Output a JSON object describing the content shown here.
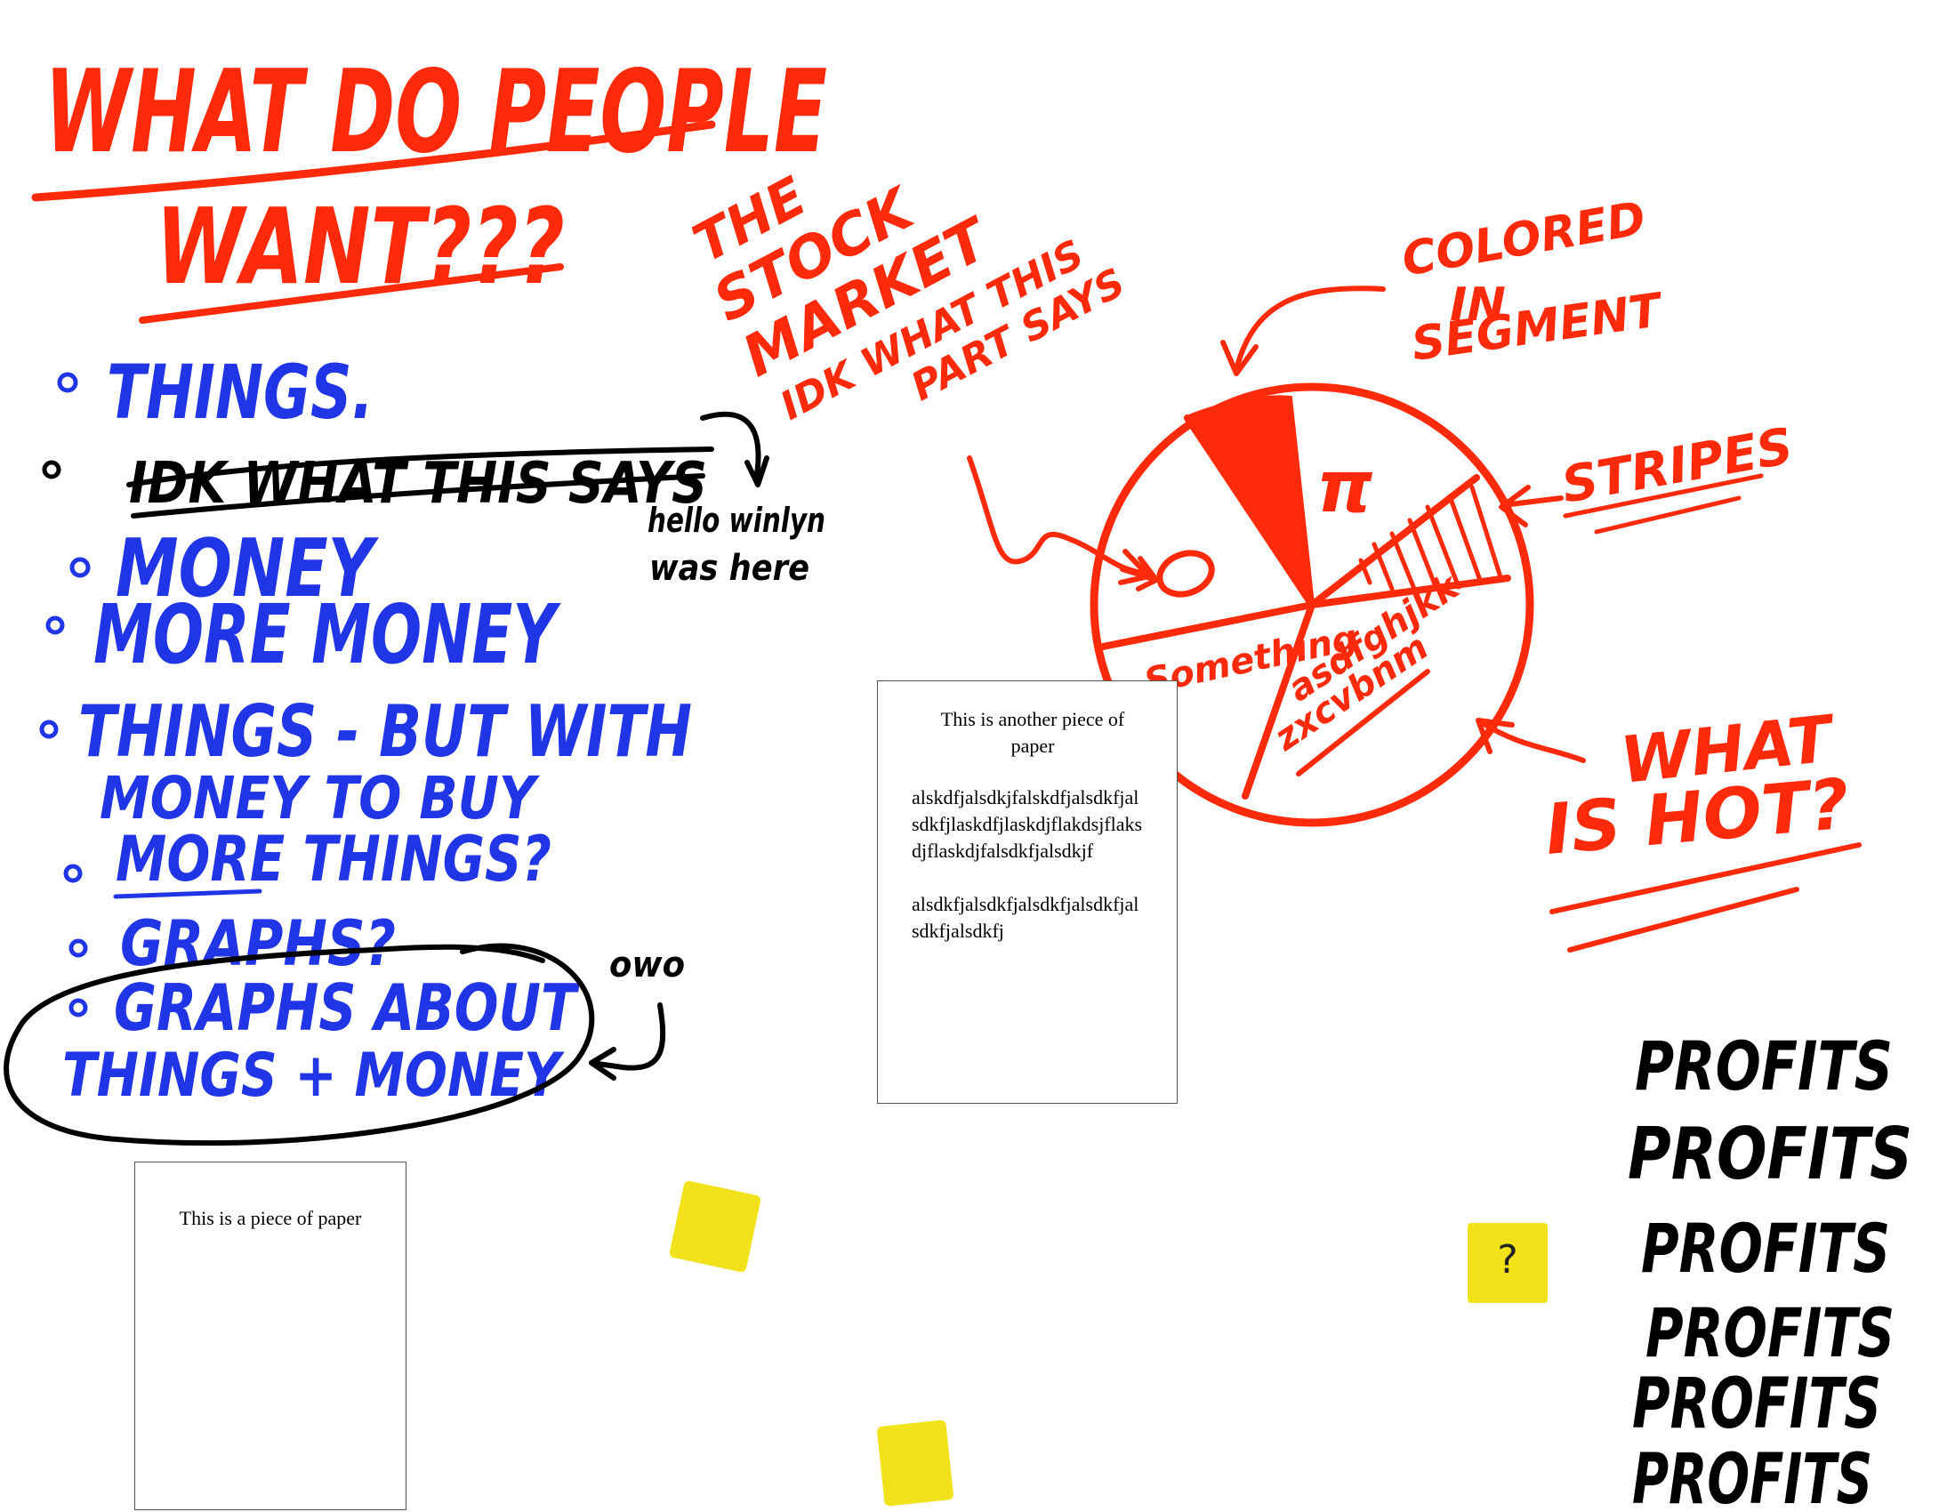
{
  "heading": {
    "line1": "WHAT DO PEOPLE",
    "line2": "WANT???"
  },
  "wants": [
    "THINGS.",
    "IDK WHAT THIS SAYS",
    "MONEY",
    "MORE MONEY",
    "THINGS - BUT WITH",
    "MONEY TO BUY",
    "MORE THINGS?",
    "GRAPHS?",
    "GRAPHS ABOUT",
    "THINGS + MONEY"
  ],
  "side_notes": {
    "hello": "hello winlyn",
    "was_here": "was here",
    "owo": "owo"
  },
  "stock_note": {
    "line1": "THE",
    "line2": "STOCK",
    "line3": "MARKET",
    "line4": "IDK WHAT THIS",
    "line5": "PART SAYS"
  },
  "pie_labels": {
    "pi": "π",
    "colored_1": "COLORED",
    "colored_2": "IN",
    "colored_3": "SEGMENT",
    "stripes": "STRIPES",
    "something": "Something",
    "asdf_1": "asdfghjkk",
    "asdf_2": "zxcvbnm",
    "what_1": "WHAT",
    "what_2": "IS HOT?"
  },
  "papers": {
    "paper1": {
      "title": "This is a piece of paper"
    },
    "paper2": {
      "title": "This is another piece of paper",
      "para1": "alskdfjalsdkjfalskdfjalsdkfjalsdkfjlaskdfjlaskdjflakdsjflaksdjflaskdjfalsdkfjalsdkjf",
      "para2": "alsdkfjalsdkfjalsdkfjalsdkfjalsdkfjalsdkfj"
    }
  },
  "sticky_note": {
    "text": "?"
  },
  "profits": [
    "PROFITS",
    "PROFITS",
    "PROFITS",
    "PROFITS",
    "PROFITS",
    "PROFITS"
  ],
  "colors": {
    "red": "#ff2a0a",
    "blue": "#1f35e6",
    "black": "#000000",
    "sticky": "#f2e21a"
  }
}
